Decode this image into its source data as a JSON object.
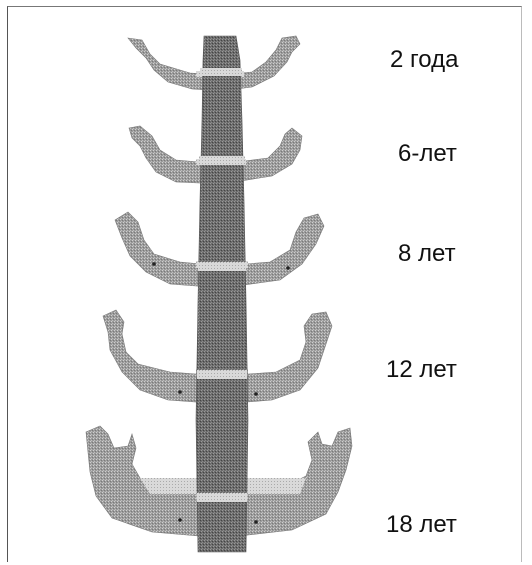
{
  "figure": {
    "labels": [
      {
        "id": "age-2",
        "text": "2 года"
      },
      {
        "id": "age-6",
        "text": "6-лет"
      },
      {
        "id": "age-8",
        "text": "8 лет"
      },
      {
        "id": "age-12",
        "text": "12 лет"
      },
      {
        "id": "age-18",
        "text": "18 лет"
      }
    ]
  }
}
